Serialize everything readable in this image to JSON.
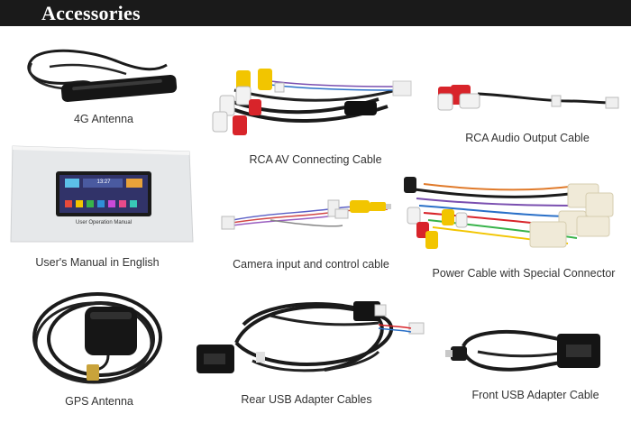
{
  "header": {
    "title": "Accessories"
  },
  "manual": {
    "screen_text": "User Operation Manual",
    "clock": "13:27"
  },
  "items": [
    {
      "id": "4g-antenna",
      "label": "4G Antenna"
    },
    {
      "id": "rca-av-cable",
      "label": "RCA AV Connecting Cable"
    },
    {
      "id": "rca-audio-output-cable",
      "label": "RCA Audio Output Cable"
    },
    {
      "id": "users-manual",
      "label": "User's Manual in English"
    },
    {
      "id": "camera-cable",
      "label": "Camera input and control cable"
    },
    {
      "id": "power-cable",
      "label": "Power Cable with Special Connector"
    },
    {
      "id": "gps-antenna",
      "label": "GPS Antenna"
    },
    {
      "id": "rear-usb-cables",
      "label": "Rear USB Adapter Cables"
    },
    {
      "id": "front-usb-cable",
      "label": "Front USB Adapter Cable"
    }
  ],
  "colors": {
    "header_bg": "#1a1a1a",
    "cable": "#1b1b1b",
    "rca_yellow": "#f2c500",
    "rca_red": "#d8242a",
    "rca_white": "#f2f2f2"
  }
}
